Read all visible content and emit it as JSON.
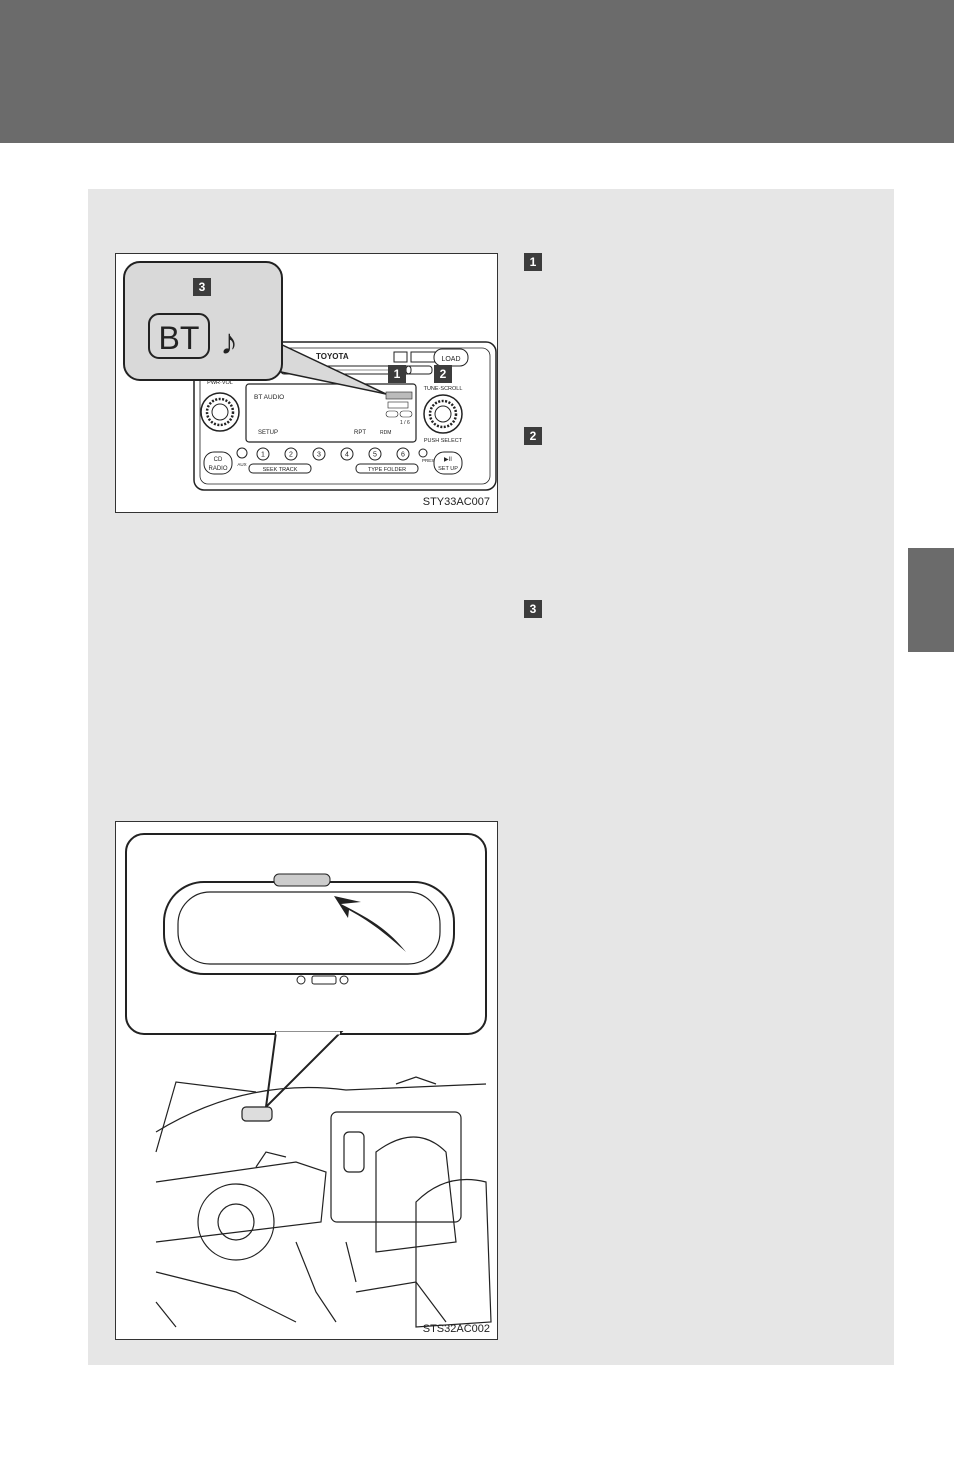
{
  "figures": {
    "audio_unit": {
      "code": "STY33AC007",
      "callout_badge": "3",
      "callout_bt": "BT",
      "brand": "TOYOTA",
      "knob_left_label": "PWR·VOL",
      "knob_right_label_top": "TUNE·SCROLL",
      "knob_right_label_bottom": "PUSH SELECT",
      "load_label": "LOAD",
      "display_line1": "BT AUDIO",
      "display_line2": "SETUP",
      "display_track": "1 / 6",
      "display_rpt": "RPT",
      "display_rdm": "RDM",
      "aux_label": "AUX",
      "preset_label": "PRESET",
      "cd_label": "CD",
      "radio_label": "RADIO",
      "seek_track_label": "SEEK TRACK",
      "type_folder_label": "TYPE FOLDER",
      "setup_label": "SET UP",
      "preset_numbers": [
        "1",
        "2",
        "3",
        "4",
        "5",
        "6"
      ],
      "badges": [
        "1",
        "2"
      ]
    },
    "mirror_interior": {
      "code": "STS32AC002"
    }
  },
  "legend_badges": [
    "1",
    "2",
    "3"
  ],
  "colors": {
    "header": "#6b6b6b",
    "panel": "#e6e6e6",
    "badge": "#3c3c3c"
  }
}
